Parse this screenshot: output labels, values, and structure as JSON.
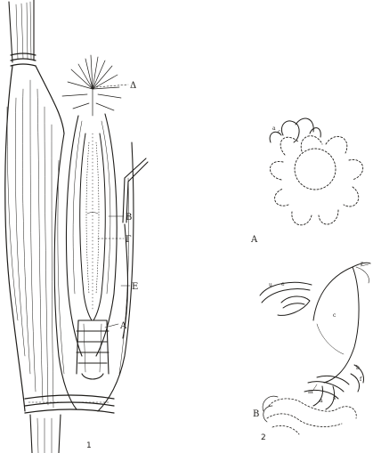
{
  "figure1": {
    "caption": "1",
    "labels": {
      "delta": "Δ",
      "b": "B",
      "g": "Г",
      "e": "E",
      "a": "A"
    }
  },
  "figure2": {
    "caption": "2",
    "labels": {
      "a": "A",
      "b": "B",
      "c_top": "c",
      "a_top": "a",
      "u": "u",
      "e": "e",
      "c_mid": "c",
      "r": "r",
      "b_small": "b",
      "f": "f",
      "s": "s",
      "m": "m",
      "a_low": "a"
    }
  },
  "colors": {
    "ink": "#1f1d1a",
    "paper": "#ffffff"
  }
}
